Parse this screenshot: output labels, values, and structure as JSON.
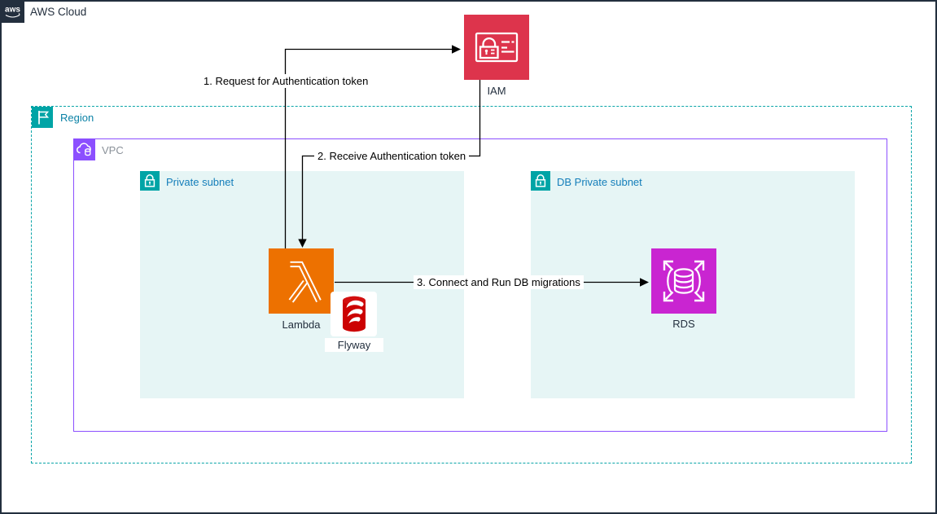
{
  "header": {
    "logo_text": "aws",
    "title": "AWS Cloud"
  },
  "containers": {
    "region": {
      "label": "Region"
    },
    "vpc": {
      "label": "VPC"
    },
    "private_subnet": {
      "label": "Private subnet"
    },
    "db_private_subnet": {
      "label": "DB Private subnet"
    }
  },
  "nodes": {
    "iam": {
      "label": "IAM"
    },
    "lambda": {
      "label": "Lambda"
    },
    "flyway": {
      "label": "Flyway"
    },
    "rds": {
      "label": "RDS"
    }
  },
  "arrows": [
    {
      "label": "1. Request for Authentication token",
      "from": "Lambda",
      "to": "IAM"
    },
    {
      "label": "2. Receive Authentication token",
      "from": "IAM",
      "to": "Lambda"
    },
    {
      "label": "3. Connect and Run DB migrations",
      "from": "Lambda",
      "to": "RDS"
    }
  ],
  "colors": {
    "cloud_border": "#232F3E",
    "region_border": "#0AA5A8",
    "region_text": "#0B82A6",
    "vpc_border": "#8C4FFF",
    "vpc_text": "#8A9199",
    "subnet_fill": "#E6F5F5",
    "subnet_icon": "#00A4A6",
    "subnet_text": "#147EBA",
    "iam": "#DD344C",
    "lambda": "#ED7100",
    "rds": "#C925D1",
    "flyway_red": "#CC0202",
    "arrow": "#000000"
  }
}
